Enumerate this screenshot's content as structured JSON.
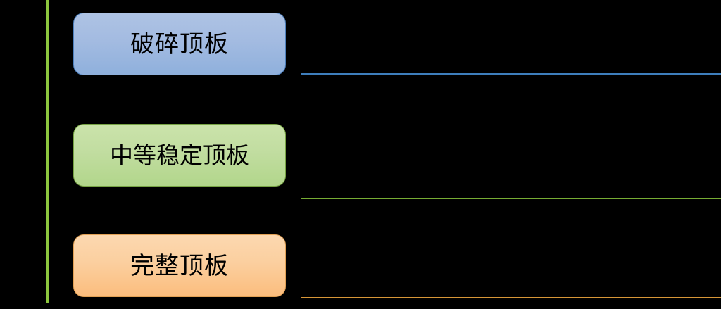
{
  "diagram": {
    "background_color": "#000000",
    "axis": {
      "name": "vertical-spine",
      "color": "#8cc63e"
    },
    "categories": [
      {
        "id": "broken",
        "label": "破碎顶板",
        "fill_top": "#aec3e4",
        "fill_bottom": "#8fb0dc",
        "border_color": "#4f81bd",
        "rule_color": "#3e7ebc"
      },
      {
        "id": "medium",
        "label": "中等稳定顶板",
        "fill_top": "#cbe3ab",
        "fill_bottom": "#b2d68b",
        "border_color": "#77a344",
        "rule_color": "#76ac33"
      },
      {
        "id": "intact",
        "label": "完整顶板",
        "fill_top": "#fcd8b0",
        "fill_bottom": "#fbbd7d",
        "border_color": "#e2a155",
        "rule_color": "#d79637"
      }
    ]
  }
}
